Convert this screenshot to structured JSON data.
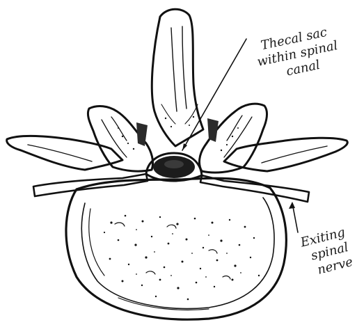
{
  "colors": {
    "ink": "#111111",
    "paper": "#ffffff",
    "canal_fill": "#1c1c1c"
  },
  "labels": {
    "thecal_sac": {
      "line1": "Thecal sac",
      "line2": "within spinal",
      "line3": "canal"
    },
    "exiting_nerve": {
      "line1": "Exiting",
      "line2": "spinal",
      "line3": "nerve"
    }
  }
}
